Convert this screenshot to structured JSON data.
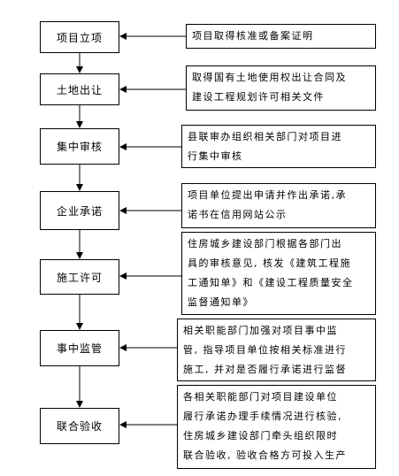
{
  "steps": [
    {
      "label": "项目立项"
    },
    {
      "label": "土地出让"
    },
    {
      "label": "集中审核"
    },
    {
      "label": "企业承诺"
    },
    {
      "label": "施工许可"
    },
    {
      "label": "事中监管"
    },
    {
      "label": "联合验收"
    }
  ],
  "notes": [
    {
      "lines": [
        "项目取得核准或备案证明"
      ]
    },
    {
      "lines": [
        "取得国有土地使用权出让合同及",
        "建设工程规划许可相关文件"
      ]
    },
    {
      "lines": [
        "县联审办组织相关部门对项目进",
        "行集中审核"
      ]
    },
    {
      "lines": [
        "项目单位提出申请并作出承诺,承",
        "诺书在信用网站公示"
      ]
    },
    {
      "lines": [
        "住房城乡建设部门根据各部门出",
        "具的审核意见, 核发《建筑工程施",
        "工通知单》和《建设工程质量安全",
        "监督通知单》"
      ]
    },
    {
      "lines": [
        "相关职能部门加强对项目事中监",
        "管, 指导项目单位按相关标准进行",
        "施工, 并对是否履行承诺进行监督"
      ]
    },
    {
      "lines": [
        "各相关职能部门对项目建设单位",
        "履行承诺办理手续情况进行核验,",
        "住房城乡建设部门牵头组织限时",
        "联合验收, 验收合格方可投入生产"
      ]
    }
  ]
}
